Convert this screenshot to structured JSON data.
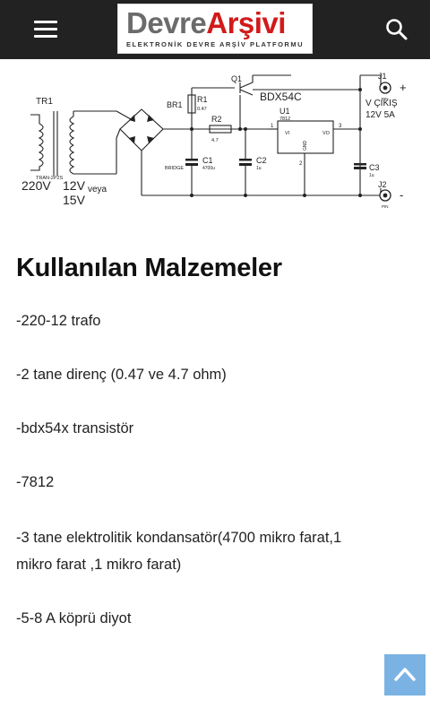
{
  "header": {
    "logo_part1": "Devre",
    "logo_part2": "Arşivi",
    "logo_tagline": "ELEKTRONİK DEVRE ARŞİV PLATFORMU",
    "menu_icon": "hamburger-menu-icon",
    "search_icon": "search-icon",
    "background": "#222222",
    "logo_accent": "#d11a1a"
  },
  "schematic": {
    "tr1": "TR1",
    "tran": "TRAN-2P2S",
    "v220": "220V",
    "v12": "12V",
    "veya": "veya",
    "v15": "15V",
    "br1": "BR1",
    "bridge": "BRIDGE",
    "r1": "R1",
    "r1_val": "0.47",
    "r2": "R2",
    "r2_val": "4.7",
    "q1": "Q1",
    "q1_part": "BDX54C",
    "u1": "U1",
    "u1_part": "7812",
    "pin_vi": "VI",
    "pin_vo": "VO",
    "pin_gnd": "GND",
    "pin1": "1",
    "pin2": "2",
    "pin3": "3",
    "c1": "C1",
    "c1_val": "4700u",
    "c2": "C2",
    "c2_val": "1u",
    "c3": "C3",
    "c3_val": "1u",
    "j1": "J1",
    "j2": "J2",
    "pin_label": "PIN",
    "plus": "+",
    "minus": "-",
    "out1": "V ÇIKIŞ",
    "out2": "12V  5A"
  },
  "main": {
    "heading": "Kullanılan Malzemeler",
    "items": [
      "-220-12 trafo",
      "-2 tane direnç (0.47 ve 4.7 ohm)",
      "-bdx54x transistör",
      "-7812",
      "-3 tane elektrolitik kondansatör(4700 mikro farat,1",
      "mikro farat ,1 mikro farat)",
      "-5-8 A köprü diyot"
    ]
  },
  "scroll_top": {
    "icon": "chevron-up-icon",
    "color": "#7ab3e3"
  }
}
